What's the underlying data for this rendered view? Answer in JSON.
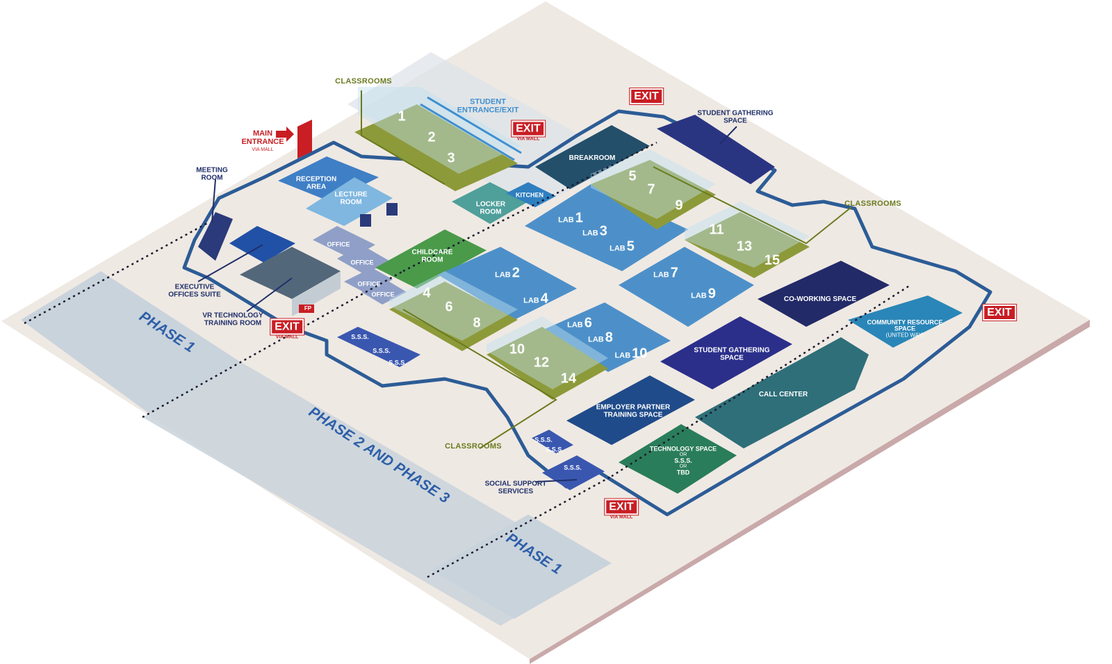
{
  "phases": {
    "phase1_left": "PHASE 1",
    "phase2_3": "PHASE 2 AND PHASE 3",
    "phase1_right": "PHASE 1"
  },
  "entrances": {
    "main_1": "MAIN",
    "main_2": "ENTRANCE",
    "main_3": "VIA MALL",
    "student_1": "STUDENT",
    "student_2": "ENTRANCE/EXIT"
  },
  "exits": {
    "label": "EXIT",
    "via": "VIA MALL"
  },
  "callouts": {
    "classrooms": "CLASSROOMS",
    "meeting_1": "MEETING",
    "meeting_2": "ROOM",
    "exec_1": "EXECUTIVE",
    "exec_2": "OFFICES SUITE",
    "vr_1": "VR TECHNOLOGY",
    "vr_2": "TRAINING ROOM",
    "social_1": "SOCIAL SUPPORT",
    "social_2": "SERVICES",
    "sgs_1": "STUDENT GATHERING",
    "sgs_2": "SPACE"
  },
  "rooms": {
    "reception_1": "RECEPTION",
    "reception_2": "AREA",
    "lecture_1": "LECTURE",
    "lecture_2": "ROOM",
    "office": "OFFICE",
    "locker_1": "LOCKER",
    "locker_2": "ROOM",
    "kitchen": "KITCHEN",
    "breakroom": "BREAKROOM",
    "childcare_1": "CHILDCARE",
    "childcare_2": "ROOM",
    "sss": "S.S.S.",
    "fp": "FP",
    "coworking": "CO-WORKING SPACE",
    "sgs_1": "STUDENT GATHERING",
    "sgs_2": "SPACE",
    "community_1": "COMMUNITY RESOURCE",
    "community_2": "SPACE",
    "community_3": "(UNITED WAY)",
    "employer_1": "EMPLOYER PARTNER",
    "employer_2": "TRAINING SPACE",
    "callcenter": "CALL CENTER",
    "tech_1": "TECHNOLOGY SPACE",
    "tech_or": "OR",
    "tech_2": "S.S.S.",
    "tech_3": "TBD"
  },
  "classroom_numbers": [
    "1",
    "2",
    "3",
    "4",
    "5",
    "6",
    "7",
    "8",
    "9",
    "10",
    "11",
    "12",
    "13",
    "14",
    "15"
  ],
  "labs": {
    "prefix": "LAB",
    "numbers": [
      "1",
      "2",
      "3",
      "4",
      "5",
      "6",
      "7",
      "8",
      "9",
      "10"
    ]
  },
  "colors": {
    "ground": "#efe9e3",
    "phase_band": "#c9d3dc",
    "outline": "#2c5c96",
    "classroom_olive": "#8d9a3a",
    "lab_blue": "#4d90c9",
    "navy": "#2a3a7a",
    "teal": "#2f6f7c",
    "green": "#4a9a4a",
    "exit_red": "#c81e24"
  },
  "icons": [
    "restroom-icon",
    "exit-door-icon",
    "arrow-right-icon"
  ]
}
